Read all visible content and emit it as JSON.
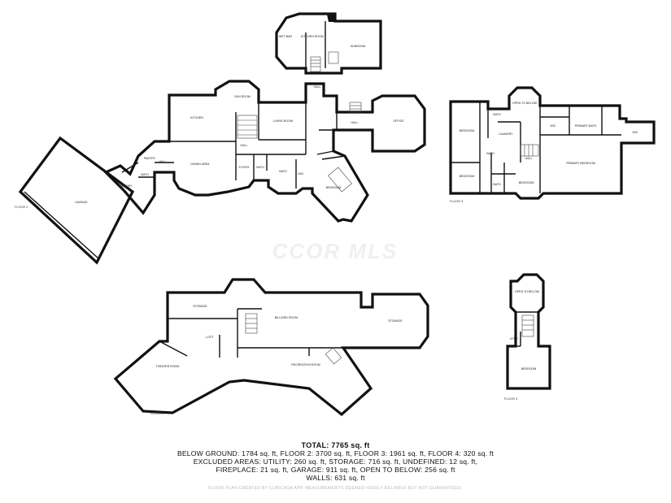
{
  "watermark": "CCOR MLS",
  "floor_labels": {
    "floor2": "FLOOR 2",
    "floor3": "FLOOR 3",
    "floor1": "FLOOR 1",
    "floor4": "FLOOR 4"
  },
  "rooms": {
    "floor2": {
      "wet_bar": "WET BAR",
      "kitchen_room": "KITCHEN ROOM",
      "sunroom": "SUNROOM",
      "sun_room": "SUN ROOM",
      "kitchen": "KITCHEN",
      "living_room": "LIVING ROOM",
      "hall_top": "HALL",
      "hall_mid": "HALL",
      "hall_right": "HALL",
      "office": "OFFICE",
      "dining_area": "DINING AREA",
      "foyer": "FOYER",
      "bath_a": "BATH",
      "bath_b": "BATH",
      "bedroom": "BEDROOM",
      "laundry": "LAUNDRY",
      "hall_left": "HALL",
      "pantry": "PANTRY",
      "bath_c": "BATH",
      "garage": "GARAGE",
      "wic": "WIC"
    },
    "floor3": {
      "open_to_below": "OPEN TO BELOW",
      "bedroom_a": "BEDROOM",
      "laundry": "LAUNDRY",
      "bath_a": "BATH",
      "wic_a": "WIC",
      "primary_bath": "PRIMARY BATH",
      "wic_b": "WIC",
      "hall": "HALL",
      "bedroom_b": "BEDROOM",
      "bedroom_c": "BEDROOM",
      "bath_b": "BATH",
      "primary_bedroom": "PRIMARY BEDROOM",
      "bath_c": "BATH"
    },
    "floor1": {
      "storage_a": "STORAGE",
      "billiard_room": "BILLIARD ROOM",
      "storage_b": "STORAGE",
      "loft": "LOFT",
      "theater_room": "THEATER ROOM",
      "recreation_room": "RECREATION ROOM"
    },
    "floor4": {
      "open_to_below": "OPEN TO BELOW",
      "attic": "ATTIC",
      "bedroom": "BEDROOM"
    }
  },
  "summary": {
    "total": "TOTAL: 7765 sq. ft",
    "line1": "BELOW GROUND: 1784 sq. ft, FLOOR 2: 3700 sq. ft, FLOOR 3: 1961 sq. ft, FLOOR 4: 320 sq. ft",
    "line2": "EXCLUDED AREAS: UTILITY: 260 sq. ft, STORAGE: 716 sq. ft, UNDEFINED: 12 sq. ft,",
    "line3": "FIREPLACE: 21 sq. ft, GARAGE: 911 sq. ft, OPEN TO BELOW: 256 sq. ft",
    "line4": "WALLS: 631 sq. ft"
  },
  "disclaimer": "FLOOR PLAN CREATED BY CUBICASA APP. MEASUREMENTS DEEMED HIGHLY RELIABLE BUT NOT GUARANTEED."
}
